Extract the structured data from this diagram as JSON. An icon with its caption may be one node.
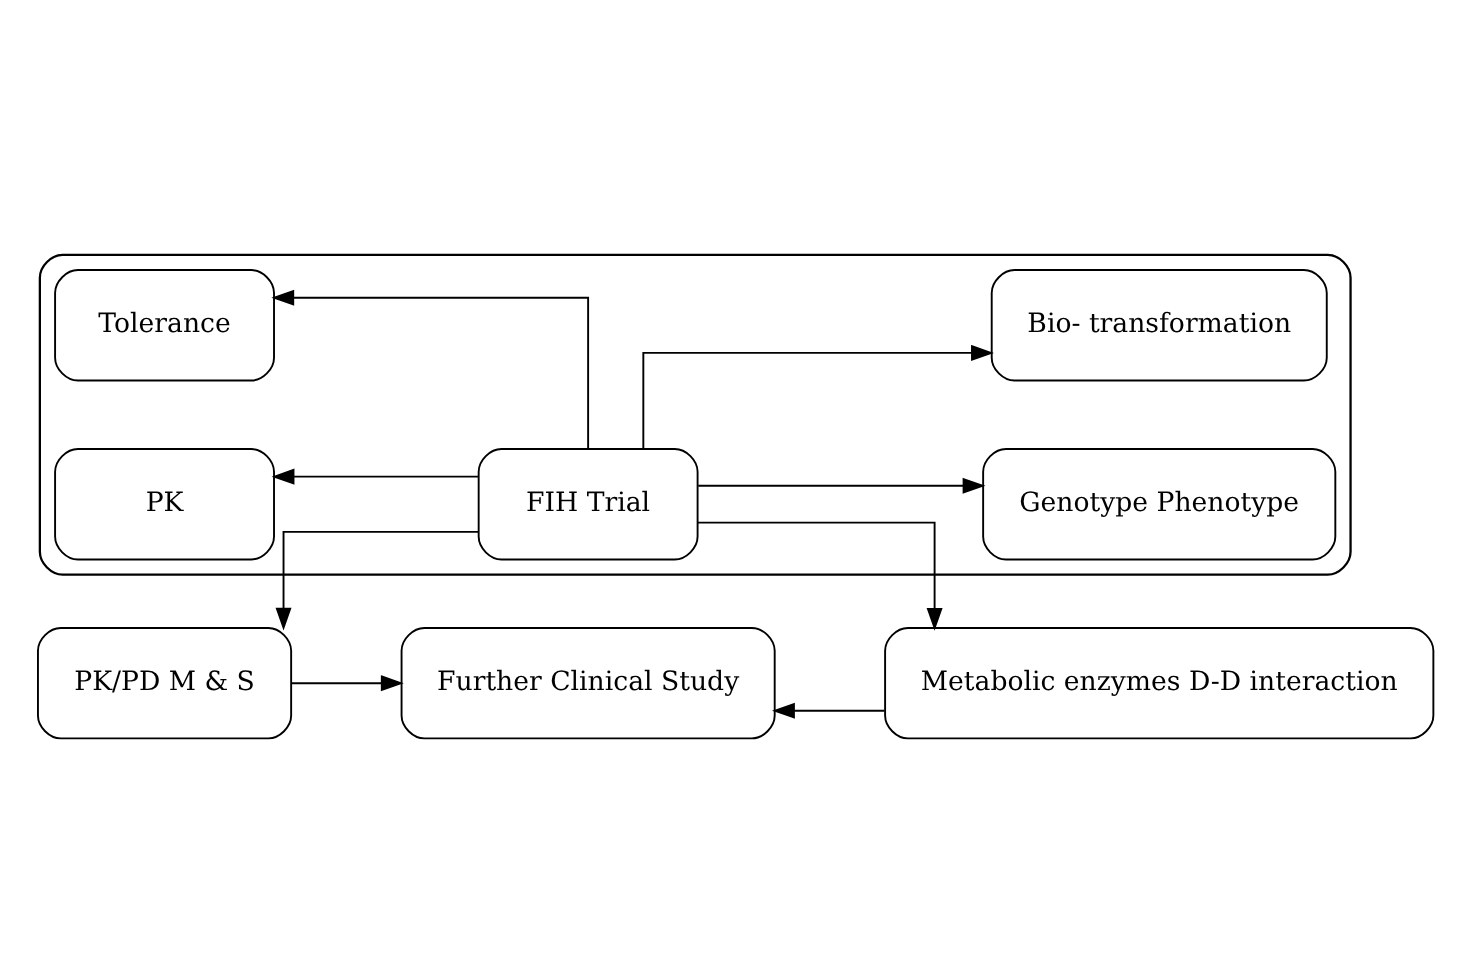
{
  "diagram": {
    "nodes": [
      {
        "text": [],
        "shape": "box"
      },
      {
        "text": [
          "Tolerance"
        ],
        "in": 0
      },
      {
        "text": [
          "Genotype Phenotype"
        ],
        "in": 0
      },
      {
        "text": [
          "PK"
        ],
        "in": 0
      },
      {
        "text": [
          "FIH Trial"
        ],
        "in": 0
      },
      {
        "text": [
          "Bio- transformation"
        ],
        "in": 0
      },
      {
        "text": [
          "PK/PD M & S"
        ]
      },
      {
        "text": [
          "Metabolic enzymes D-D interaction"
        ]
      },
      {
        "text": [
          "Further Clinical Study"
        ]
      }
    ],
    "edges": [
      {
        "from": 4,
        "to": 1,
        "arrow": "to"
      },
      {
        "from": 4,
        "to": 2,
        "arrow": "to"
      },
      {
        "from": 4,
        "to": 3,
        "arrow": "to"
      },
      {
        "from": 4,
        "to": 5,
        "arrow": "to"
      },
      {
        "from": 4,
        "to": 6,
        "arrow": "to"
      },
      {
        "from": 4,
        "to": 7,
        "arrow": "to"
      },
      {
        "from": 6,
        "to": 8,
        "arrow": "to"
      },
      {
        "from": 7,
        "to": 8,
        "arrow": "to"
      }
    ]
  }
}
